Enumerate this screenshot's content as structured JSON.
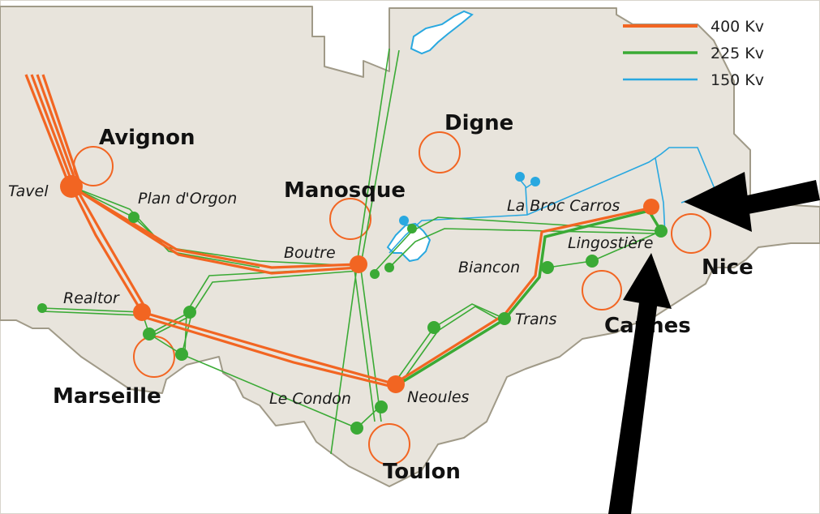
{
  "legend": [
    {
      "label": "400 Kv",
      "color": "#f26522"
    },
    {
      "label": "225 Kv",
      "color": "#3aaa35"
    },
    {
      "label": "150 Kv",
      "color": "#29a8e0"
    }
  ],
  "cities": {
    "avignon": "Avignon",
    "digne": "Digne",
    "manosque": "Manosque",
    "nice": "Nice",
    "cannes": "Cannes",
    "marseille": "Marseille",
    "toulon": "Toulon"
  },
  "stations": {
    "tavel": "Tavel",
    "plan_dorgon": "Plan d'Orgon",
    "boutre": "Boutre",
    "la_broc_carros": "La Broc Carros",
    "lingostiere": "Lingostière",
    "biancon": "Biancon",
    "trans": "Trans",
    "realtor": "Realtor",
    "le_condon": "Le Condon",
    "neoules": "Neoules"
  },
  "colors": {
    "land": "#e8e4dc",
    "border": "#a09a88",
    "line_400": "#f26522",
    "line_225": "#3aaa35",
    "line_150": "#29a8e0",
    "city_ring": "#f26522",
    "arrow": "#000000"
  }
}
